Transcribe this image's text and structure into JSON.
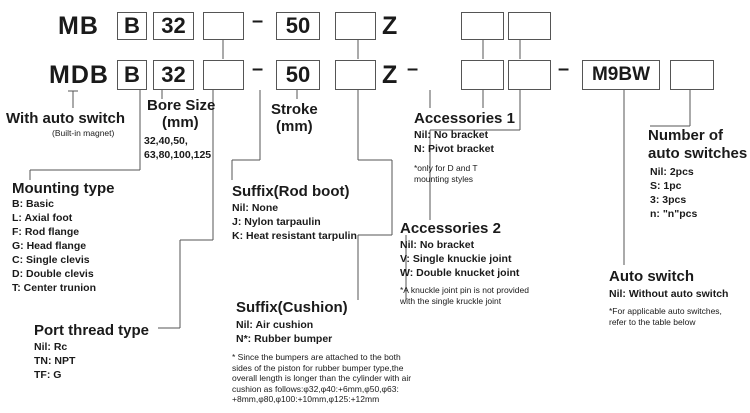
{
  "row1": {
    "prefix": "MB",
    "bore_type": "B",
    "bore": "32",
    "stroke": "50",
    "z": "Z"
  },
  "row2": {
    "prefix": "MDB",
    "bore_type": "B",
    "bore": "32",
    "stroke": "50",
    "z": "Z",
    "auto_switch_model": "M9BW"
  },
  "dash": "–",
  "with_auto_switch": {
    "title": "With auto switch",
    "note": "(Built-in magnet)"
  },
  "bore_size": {
    "title1": "Bore Size",
    "title2": "(mm)",
    "values1": "32,40,50,",
    "values2": "63,80,100,125"
  },
  "stroke_label": {
    "title1": "Stroke",
    "title2": "(mm)"
  },
  "mounting_type": {
    "title": "Mounting type",
    "items": [
      "B: Basic",
      "L: Axial foot",
      "F: Rod flange",
      "G: Head flange",
      "C: Single clevis",
      "D: Double clevis",
      "T: Center trunion"
    ]
  },
  "suffix_rod_boot": {
    "title": "Suffix(Rod boot)",
    "items": [
      "Nil: None",
      "J: Nylon tarpaulin",
      "K: Heat resistant tarpulin"
    ]
  },
  "accessories1": {
    "title": "Accessories 1",
    "items": [
      "Nil: No bracket",
      "N: Pivot bracket"
    ],
    "note1": "*only for D and T",
    "note2": "mounting styles"
  },
  "accessories2": {
    "title": "Accessories 2",
    "items": [
      "Nil: No bracket",
      "V: Single knuckie joint",
      "W: Double knucket joint"
    ],
    "note1": "*A knuckle joint pin is not provided",
    "note2": "with the single kruckle joint"
  },
  "num_switches": {
    "title1": "Number of",
    "title2": "auto switches",
    "items": [
      "Nil: 2pcs",
      "S: 1pc",
      "3: 3pcs",
      "n: \"n\"pcs"
    ]
  },
  "auto_switch": {
    "title": "Auto switch",
    "item": "Nil: Without auto switch",
    "note1": "*For applicable auto switches,",
    "note2": "refer to the table below"
  },
  "suffix_cushion": {
    "title": "Suffix(Cushion)",
    "items": [
      "Nil: Air cushion",
      "N*: Rubber bumper"
    ],
    "note": [
      "* Since the bumpers are attached to the both",
      "sides of the piston for rubber bumper type,the",
      "overall length is longer than the cylinder with air",
      "cushion as follows:φ32,φ40:+6mm,φ50,φ63:",
      "+8mm,φ80,φ100:+10mm,φ125:+12mm"
    ]
  },
  "port_thread": {
    "title": "Port thread type",
    "items": [
      "Nil: Rc",
      "TN: NPT",
      "TF: G"
    ]
  }
}
